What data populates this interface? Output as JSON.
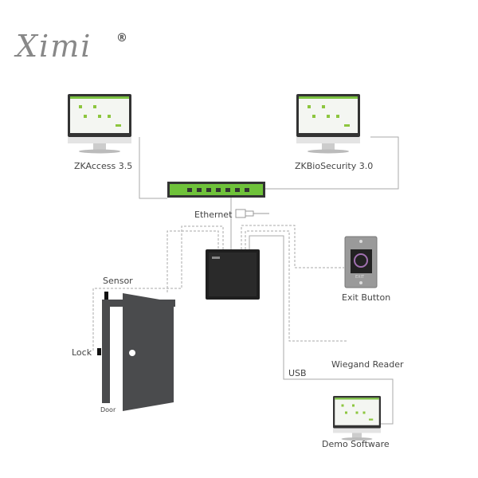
{
  "logo": {
    "text": "Ximi",
    "registered": "®"
  },
  "labels": {
    "zkaccess": "ZKAccess 3.5",
    "zkbiosecurity": "ZKBioSecurity 3.0",
    "ethernet": "Ethernet",
    "sensor": "Sensor",
    "lock": "Lock",
    "door": "Door",
    "exit_button": "Exit Button",
    "wiegand_reader": "Wiegand Reader",
    "usb": "USB",
    "demo_software": "Demo Software",
    "exit_plate": "EXIT"
  },
  "colors": {
    "switch": "#6fc23a",
    "door": "#4a4b4d",
    "device": "#222222",
    "line": "#aaaaaa"
  }
}
